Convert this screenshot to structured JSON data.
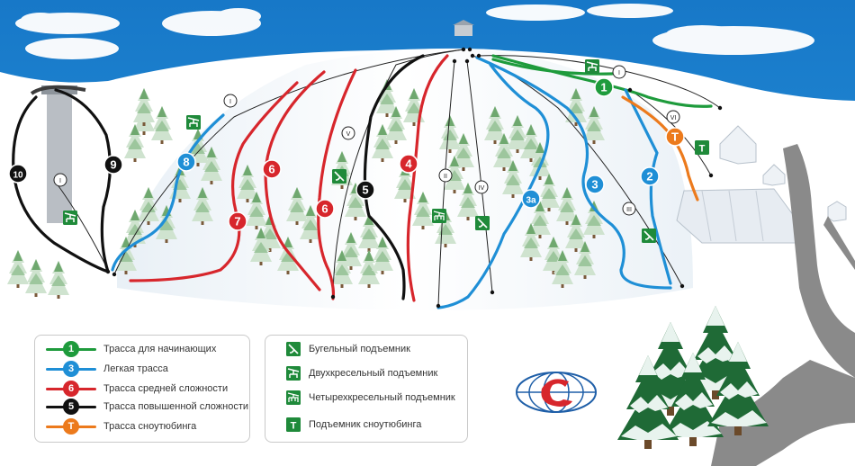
{
  "trails": [
    {
      "label": "1",
      "color": "#1e9b3c"
    },
    {
      "label": "2",
      "color": "#1f8fd6"
    },
    {
      "label": "3",
      "color": "#1f8fd6"
    },
    {
      "label": "3а",
      "color": "#1f8fd6"
    },
    {
      "label": "4",
      "color": "#d7262c"
    },
    {
      "label": "5",
      "color": "#111111"
    },
    {
      "label": "6",
      "color": "#d7262c"
    },
    {
      "label": "6",
      "color": "#d7262c"
    },
    {
      "label": "7",
      "color": "#d7262c"
    },
    {
      "label": "8",
      "color": "#1f8fd6"
    },
    {
      "label": "9",
      "color": "#111111"
    },
    {
      "label": "10",
      "color": "#111111"
    },
    {
      "label": "T",
      "color": "#ec7a1c"
    }
  ],
  "lifts": [
    "I",
    "I",
    "I",
    "II",
    "III",
    "IV",
    "V",
    "VI"
  ],
  "legend_trails": [
    {
      "badge": "1",
      "color": "#1e9b3c",
      "label": "Трасса для начинающих"
    },
    {
      "badge": "3",
      "color": "#1f8fd6",
      "label": "Легкая трасса"
    },
    {
      "badge": "6",
      "color": "#d7262c",
      "label": "Трасса средней сложности"
    },
    {
      "badge": "5",
      "color": "#111111",
      "label": "Трасса повышенной сложности"
    },
    {
      "badge": "T",
      "color": "#ec7a1c",
      "label": "Трасса сноутюбинга"
    }
  ],
  "legend_lifts": [
    {
      "icon": "t-bar-lift-icon",
      "label": "Бугельный подъемник"
    },
    {
      "icon": "double-chairlift-icon",
      "label": "Двухкресельный подъемник"
    },
    {
      "icon": "quad-chairlift-icon",
      "label": "Четырехкресельный подъемник"
    },
    {
      "icon": "snowtubing-lift-icon",
      "label": "Подъемник сноутюбинга"
    }
  ],
  "lift_icon_letter": "T",
  "colors": {
    "sky": "#1b8ad4",
    "snow": "#ffffff",
    "road": "#8a8a8a",
    "green": "#1e9b3c",
    "blue": "#1f8fd6",
    "red": "#d7262c",
    "black": "#111111",
    "orange": "#ec7a1c",
    "lift_icon": "#1f8a3a"
  }
}
